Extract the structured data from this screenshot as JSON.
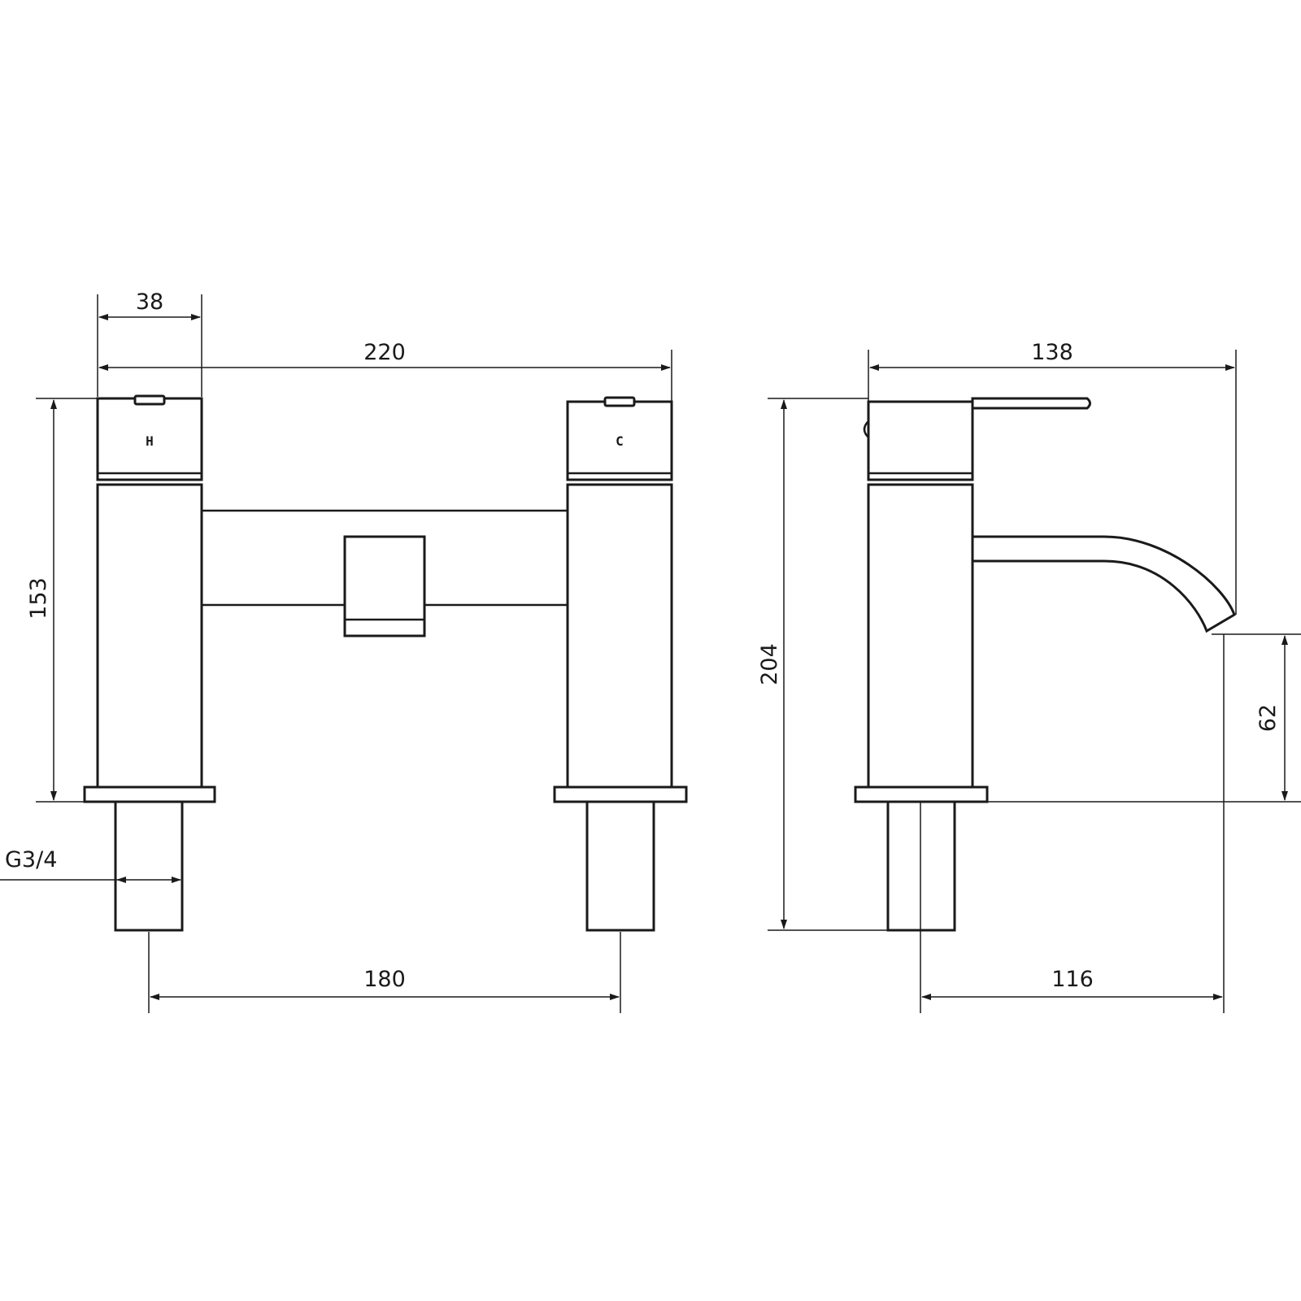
{
  "dimensions": {
    "handle_width": "38",
    "overall_width": "220",
    "body_height": "153",
    "thread_size": "G3/4",
    "tap_centres": "180",
    "side_depth": "138",
    "overall_height": "204",
    "spout_height": "62",
    "spout_reach": "116"
  },
  "handle_marks": {
    "hot": "H",
    "cold": "C"
  },
  "colors": {
    "line": "#1a1a1a",
    "background": "#ffffff"
  }
}
